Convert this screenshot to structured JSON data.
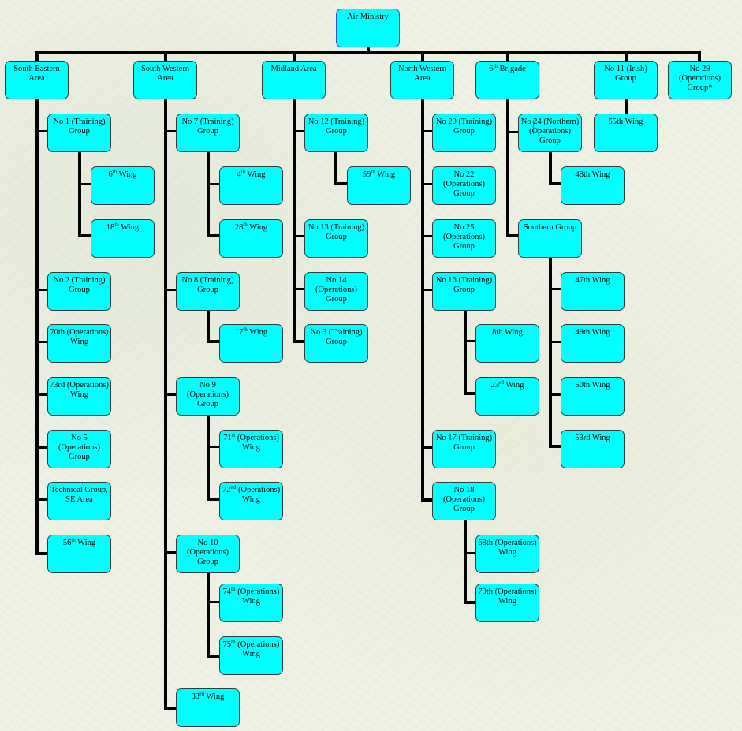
{
  "diagram": {
    "title": "Air Ministry",
    "colors": {
      "box_fill": "#00ffff",
      "box_border": "#2f3f3f",
      "selected_border": "#3355cc",
      "connector": "#000000",
      "background": "#eef1e4",
      "text_cursor": "#e01010"
    },
    "root": {
      "id": "air-ministry",
      "label": "Air Ministry",
      "selected": true
    },
    "areas": [
      {
        "id": "south-eastern-area",
        "label": "South Eastern Area",
        "children": [
          {
            "id": "no1-training-group",
            "label": "No 1 (Training) Group",
            "children": [
              {
                "id": "wing-6",
                "label": "6th Wing"
              },
              {
                "id": "wing-18",
                "label": "18th Wing"
              }
            ]
          },
          {
            "id": "no2-training-group",
            "label": "No 2 (Training) Group"
          },
          {
            "id": "wing-70-ops",
            "label": "70th (Operations) Wing"
          },
          {
            "id": "wing-73-ops",
            "label": "73rd (Operations) Wing"
          },
          {
            "id": "no5-operations-group",
            "label": "No 5 (Operations) Group"
          },
          {
            "id": "technical-group-se",
            "label": "Technical Group, SE Area"
          },
          {
            "id": "wing-56",
            "label": "56th Wing"
          }
        ]
      },
      {
        "id": "south-western-area",
        "label": "South Western Area",
        "children": [
          {
            "id": "no7-training-group",
            "label": "No 7 (Training) Group",
            "children": [
              {
                "id": "wing-4",
                "label": "4th Wing"
              },
              {
                "id": "wing-28",
                "label": "28th Wing"
              }
            ]
          },
          {
            "id": "no8-training-group",
            "label": "No 8 (Training) Group",
            "children": [
              {
                "id": "wing-17",
                "label": "17th Wing"
              }
            ]
          },
          {
            "id": "no9-operations-group",
            "label": "No 9 (Operations) Group",
            "children": [
              {
                "id": "wing-71-ops",
                "label": "71st (Operations) Wing"
              },
              {
                "id": "wing-72-ops",
                "label": "72nd (Operations) Wing"
              }
            ]
          },
          {
            "id": "no10-operations-group",
            "label": "No 10 (Operations) Group",
            "children": [
              {
                "id": "wing-74-ops",
                "label": "74th (Operations) Wing"
              },
              {
                "id": "wing-75-ops",
                "label": "75th (Operations) Wing"
              }
            ]
          },
          {
            "id": "wing-33",
            "label": "33rd Wing"
          }
        ]
      },
      {
        "id": "midland-area",
        "label": "Midland Area",
        "children": [
          {
            "id": "no12-training-group",
            "label": "No 12 (Training) Group",
            "children": [
              {
                "id": "wing-59",
                "label": "59th Wing"
              }
            ]
          },
          {
            "id": "no13-training-group",
            "label": "No 13 (Training) Group"
          },
          {
            "id": "no14-operations-group",
            "label": "No 14 (Operations) Group"
          },
          {
            "id": "no3-training-group",
            "label": "No 3 (Training) Group"
          }
        ]
      },
      {
        "id": "north-western-area",
        "label": "North Western Area",
        "children": [
          {
            "id": "no20-training-group",
            "label": "No 20 (Training) Group"
          },
          {
            "id": "no22-operations-group",
            "label": "No 22 (Operations) Group"
          },
          {
            "id": "no25-operations-group",
            "label": "No 25 (Operations) Group"
          },
          {
            "id": "no16-training-group",
            "label": "No 16 (Training) Group",
            "children": [
              {
                "id": "wing-8",
                "label": "8th Wing"
              },
              {
                "id": "wing-23",
                "label": "23rd Wing"
              }
            ]
          },
          {
            "id": "no17-training-group",
            "label": "No 17 (Training) Group"
          },
          {
            "id": "no18-operations-group",
            "label": "No 18 (Operations) Group",
            "children": [
              {
                "id": "wing-68-ops",
                "label": "68th (Operations) Wing"
              },
              {
                "id": "wing-79-ops",
                "label": "79th (Operations) Wing"
              }
            ]
          }
        ]
      },
      {
        "id": "brigade-6",
        "label": "6th Brigade",
        "children": [
          {
            "id": "no24-northern-ops-group",
            "label": "No 24 (Northern) (Operations) Group",
            "editing": true,
            "children": [
              {
                "id": "wing-48",
                "label": "48th Wing"
              }
            ]
          },
          {
            "id": "southern-group",
            "label": "Southern Group",
            "children": [
              {
                "id": "wing-47",
                "label": "47th Wing"
              },
              {
                "id": "wing-49",
                "label": "49th Wing"
              },
              {
                "id": "wing-50",
                "label": "50th Wing"
              },
              {
                "id": "wing-53",
                "label": "53rd Wing"
              }
            ]
          }
        ]
      },
      {
        "id": "no11-irish-group",
        "label": "No 11 (Irish) Group",
        "children": [
          {
            "id": "wing-55",
            "label": "55th Wing"
          }
        ]
      },
      {
        "id": "no29-operations-group",
        "label": "No 29 (Operations) Group*"
      }
    ]
  },
  "nodes": {
    "air_ministry": "Air Ministry",
    "se_area": "South Eastern Area",
    "sw_area": "South Western Area",
    "midland_area": "Midland Area",
    "nw_area": "North Western Area",
    "brigade6": {
      "num": "6",
      "sup": "th",
      "rest": " Brigade"
    },
    "no11": "No 11 (Irish) Group",
    "no29": "No 29 (Operations) Group*",
    "no1": "No 1 (Training) Group",
    "w6": {
      "num": "6",
      "sup": "th",
      "rest": " Wing"
    },
    "w18": {
      "num": "18",
      "sup": "th",
      "rest": " Wing"
    },
    "no2": "No 2 (Training) Group",
    "w70": "70th (Operations) Wing",
    "w73": "73rd (Operations) Wing",
    "no5": "No 5 (Operations) Group",
    "tech": "Technical Group, SE Area",
    "w56": {
      "num": "56",
      "sup": "th",
      "rest": " Wing"
    },
    "no7": "No 7 (Training) Group",
    "w4": {
      "num": "4",
      "sup": "th",
      "rest": " Wing"
    },
    "w28": {
      "num": "28",
      "sup": "th",
      "rest": " Wing"
    },
    "no8": "No 8 (Training) Group",
    "w17": {
      "num": "17",
      "sup": "th",
      "rest": " Wing"
    },
    "no9": "No 9 (Operations) Group",
    "w71": {
      "num": "71",
      "sup": "st",
      "rest": " (Operations) Wing"
    },
    "w72": {
      "num": "72",
      "sup": "nd",
      "rest": " (Operations) Wing"
    },
    "no10": "No 10 (Operations) Group",
    "w74": {
      "num": "74",
      "sup": "th",
      "rest": " (Operations) Wing"
    },
    "w75": {
      "num": "75",
      "sup": "th",
      "rest": " (Operations) Wing"
    },
    "w33": {
      "num": "33",
      "sup": "rd",
      "rest": " Wing"
    },
    "no12": "No 12 (Training) Group",
    "w59": {
      "num": "59",
      "sup": "th",
      "rest": " Wing"
    },
    "no13": "No 13 (Training) Group",
    "no14": "No 14 (Operations) Group",
    "no3": "No 3 (Training) Group",
    "no20": "No 20 (Training) Group",
    "no22": "No 22 (Operations) Group",
    "no25": "No 25 (Operations) Group",
    "no16": "No 16 (Training) Group",
    "w8": "8th Wing",
    "w23": {
      "num": "23",
      "sup": "rd",
      "rest": " Wing"
    },
    "no17": "No 17 (Training) Group",
    "no18": "No 18 (Operations) Group",
    "w68": "68th (Operations) Wing",
    "w79": "79th (Operations) Wing",
    "no24": "No 24 (Northern) (Operations) Group",
    "w48": "48th Wing",
    "southern": "Southern Group",
    "w47": "47th Wing",
    "w49": "49th Wing",
    "w50": "50th Wing",
    "w53": "53rd Wing",
    "w55": "55th Wing"
  }
}
